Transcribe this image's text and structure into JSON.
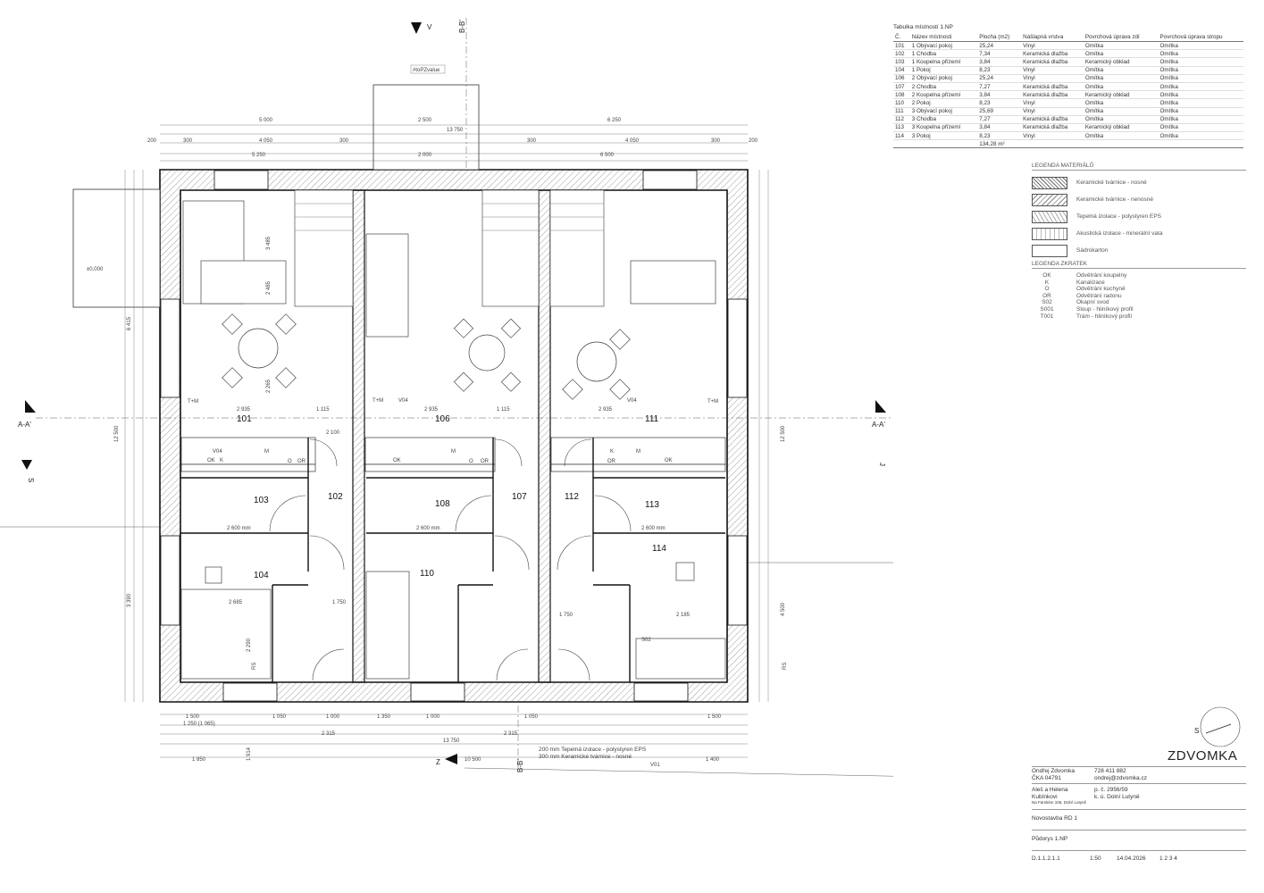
{
  "drawing": {
    "section_markers": [
      "V",
      "B-B'",
      "A-A'",
      "S",
      "J",
      "Z",
      "V01"
    ],
    "placeholder_label": "#toPZvalue",
    "level_label": "±0,000",
    "rooms": [
      "101",
      "102",
      "103",
      "104",
      "106",
      "107",
      "108",
      "110",
      "111",
      "112",
      "113",
      "114"
    ],
    "overall_dims": [
      "13 750",
      "5 000",
      "2 500",
      "6 250",
      "300",
      "4 050",
      "5 250",
      "2 000",
      "6 500",
      "200",
      "10 500",
      "1 850",
      "1 914",
      "1 400",
      "12 500",
      "6 415",
      "4 500",
      "3 390"
    ],
    "bottom_dims": [
      "1 500",
      "1 050",
      "1 000",
      "1 350",
      "1 000",
      "1 050",
      "1 500",
      "1 250 (1 065)",
      "2 315"
    ],
    "interior_dims": [
      "2 935",
      "1 115",
      "2 100",
      "2 600 mm",
      "2 685",
      "2 185",
      "1 750",
      "3 485",
      "2 485",
      "2 265",
      "2 290"
    ],
    "equip_labels": [
      "T+M",
      "V04",
      "OR",
      "M",
      "OK",
      "K",
      "O",
      "RS",
      "S02"
    ]
  },
  "room_table": {
    "title": "Tabulka místností 1.NP",
    "headers": [
      "Č.",
      "Název místnosti",
      "Plocha (m2)",
      "Nášlapná vrstva",
      "Povrchová úprava zdí",
      "Povrchová úprava stropu"
    ],
    "rows": [
      [
        "101",
        "1 Obývací pokoj",
        "25,24",
        "Vinyl",
        "Omítka",
        "Omítka"
      ],
      [
        "102",
        "1 Chodba",
        "7,34",
        "Keramická dlažba",
        "Omítka",
        "Omítka"
      ],
      [
        "103",
        "1 Koupelna přízemí",
        "3,84",
        "Keramická dlažba",
        "Keramický obklad",
        "Omítka"
      ],
      [
        "104",
        "1 Pokoj",
        "8,23",
        "Vinyl",
        "Omítka",
        "Omítka"
      ],
      [
        "106",
        "2 Obývací pokoj",
        "25,24",
        "Vinyl",
        "Omítka",
        "Omítka"
      ],
      [
        "107",
        "2 Chodba",
        "7,27",
        "Keramická dlažba",
        "Omítka",
        "Omítka"
      ],
      [
        "108",
        "2 Koupelna přízemí",
        "3,84",
        "Keramická dlažba",
        "Keramický obklad",
        "Omítka"
      ],
      [
        "110",
        "2 Pokoj",
        "8,23",
        "Vinyl",
        "Omítka",
        "Omítka"
      ],
      [
        "111",
        "3 Obývací pokoj",
        "25,69",
        "Vinyl",
        "Omítka",
        "Omítka"
      ],
      [
        "112",
        "3 Chodba",
        "7,27",
        "Keramická dlažba",
        "Omítka",
        "Omítka"
      ],
      [
        "113",
        "3 Koupelna přízemí",
        "3,84",
        "Keramická dlažba",
        "Keramický obklad",
        "Omítka"
      ],
      [
        "114",
        "3 Pokoj",
        "8,23",
        "Vinyl",
        "Omítka",
        "Omítka"
      ]
    ],
    "total": "134,28 m²"
  },
  "legend_materials": {
    "title": "LEGENDA MATERIÁLŮ",
    "items": [
      {
        "swatch": "hatch",
        "label": "Keramické tvárnice - nosné"
      },
      {
        "swatch": "hatch2",
        "label": "Keramické tvárnice - nenosné"
      },
      {
        "swatch": "zig",
        "label": "Tepelná izolace - polystyren EPS"
      },
      {
        "swatch": "wave",
        "label": "Akustická izolace - minerální vata"
      },
      {
        "swatch": "plain",
        "label": "Sádrokarton"
      }
    ]
  },
  "legend_abbrev": {
    "title": "LEGENDA ZKRATEK",
    "items": [
      {
        "code": "OK",
        "text": "Odvětrání koupelny"
      },
      {
        "code": "K",
        "text": "Kanalizace"
      },
      {
        "code": "O",
        "text": "Odvětrání kuchyně"
      },
      {
        "code": "OR",
        "text": "Odvětrání radonu"
      },
      {
        "code": "S02",
        "text": "Okapní svod"
      },
      {
        "code": "S001",
        "text": "Sloup - hliníkový profil"
      },
      {
        "code": "T001",
        "text": "Trám - hliníkový profil"
      }
    ]
  },
  "wall_note": {
    "line1": "200 mm  Tepelná izolace - polystyren EPS",
    "line2": "300 mm  Keramické tvárnice - nosné"
  },
  "title_block": {
    "company": "ZDVOMKA",
    "compass_label": "S",
    "author_name": "Ondřej Zdvomka",
    "author_id": "ČKA 04791",
    "phone": "728 411 882",
    "email": "ondrej@zdvomka.cz",
    "investor": "Aleš a Helena Kubínkovi",
    "investor_address": "Na Farském 106, Dolní Lutyně",
    "parcel": "p. č. 2956/59",
    "cadastre": "k. ú. Dolní Lutyně",
    "project": "Novostavba RD 1",
    "sheet_name": "Půdorys 1.NP",
    "drawing_no": "D.1.1.2.1.1",
    "scale": "1:50",
    "date": "14.04.2026",
    "pages": "1   2   3   4"
  }
}
